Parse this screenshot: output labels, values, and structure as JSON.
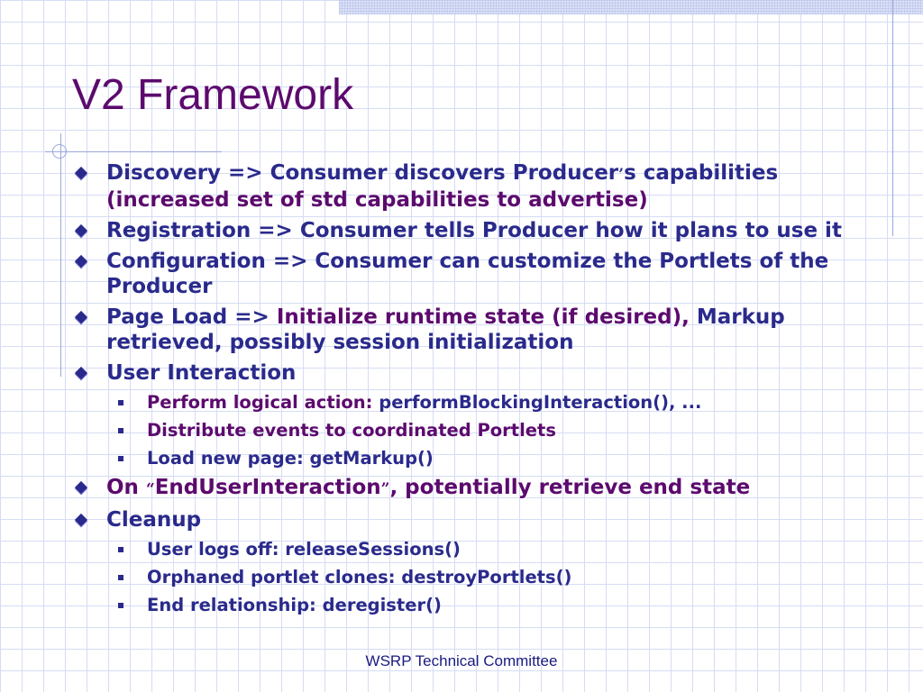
{
  "slide": {
    "title": "V2 Framework",
    "footer": "WSRP Technical Committee"
  },
  "bullets": {
    "b1": {
      "a": "Discovery => Consumer discovers Producer",
      "apos": "’",
      "b": "s capabilities",
      "c": "(increased set of std capabilities to advertise)"
    },
    "b2": {
      "text": "Registration => Consumer tells Producer how it plans to use it"
    },
    "b3": {
      "text": "Configuration => Consumer can customize the Portlets of the Producer"
    },
    "b4": {
      "a": "Page Load => ",
      "b": "Initialize runtime state (if desired),",
      "c": " Markup retrieved, possibly session initialization"
    },
    "b5": {
      "text": "User Interaction"
    },
    "b5_sub": {
      "s1": {
        "a": "Perform logical action: ",
        "b": "performBlockingInteraction(), ..."
      },
      "s2": {
        "text": "Distribute events to coordinated Portlets"
      },
      "s3": {
        "text": "Load new page: getMarkup()"
      }
    },
    "b6": {
      "a": "On ",
      "q1": "“",
      "b": "EndUserInteraction",
      "q2": "”",
      "c": ", potentially retrieve end state"
    },
    "b7": {
      "text": "Cleanup"
    },
    "b7_sub": {
      "s1": {
        "text": "User logs off: releaseSessions()"
      },
      "s2": {
        "text": "Orphaned portlet clones: destroyPortlets()"
      },
      "s3": {
        "text": "End relationship: deregister()"
      }
    }
  },
  "colors": {
    "title": "#5c0a6e",
    "text": "#2a2a8c",
    "grid": "#d6dcf5"
  }
}
